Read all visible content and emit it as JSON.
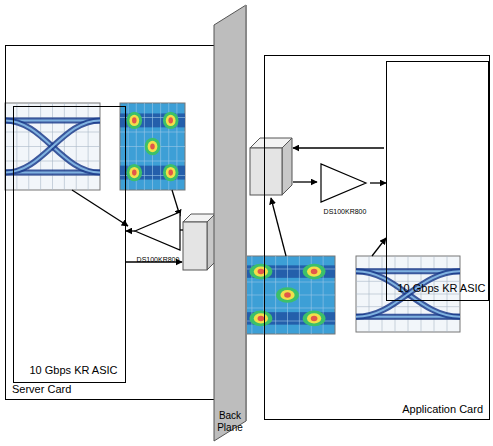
{
  "diagram": {
    "nodes": [
      {
        "text": [
          "Server Card"
        ]
      },
      {
        "text": [
          "10 Gbps KR ASIC"
        ],
        "in": 0
      },
      {
        "text": [
          "DS100KR800"
        ],
        "in": 0
      },
      {
        "text": [
          "Back Plane"
        ]
      },
      {
        "text": [
          "Application Card"
        ]
      },
      {
        "text": [
          "10 Gbps KR ASIC"
        ],
        "in": 4
      },
      {
        "text": [
          "DS100KR800"
        ],
        "in": 4
      }
    ],
    "edges": [
      {
        "from": 2,
        "to": 1,
        "arrow": "to"
      },
      {
        "from": 6,
        "to": 5,
        "arrow": "to"
      }
    ]
  }
}
